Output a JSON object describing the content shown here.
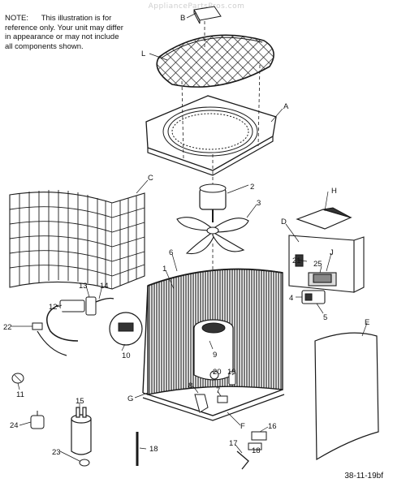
{
  "watermark": "AppliancePartsPros.com",
  "note": {
    "heading": "NOTE:",
    "text": "This illustration is for reference only.  Your unit may differ in appearance or may not include all components shown."
  },
  "figure_id": "38-11-19bf",
  "callouts": {
    "B": "B",
    "L": "L",
    "A": "A",
    "C": "C",
    "H": "H",
    "D": "D",
    "J": "J",
    "E": "E",
    "F": "F",
    "G": "G",
    "n1": "1",
    "n2": "2",
    "n3": "3",
    "n4": "4",
    "n5": "5",
    "n6": "6",
    "n7": "7",
    "n8": "8",
    "n9": "9",
    "n10": "10",
    "n11": "11",
    "n12": "12",
    "n13": "13",
    "n14": "14",
    "n15": "15",
    "n16": "16",
    "n17": "17",
    "n18": "18",
    "n18b": "18",
    "n19": "19",
    "n20": "20",
    "n21": "21",
    "n22": "22",
    "n23": "23",
    "n24": "24",
    "n25": "25"
  },
  "colors": {
    "ink": "#1a1a1a",
    "background": "#ffffff",
    "watermark": "#cfcfcf"
  }
}
